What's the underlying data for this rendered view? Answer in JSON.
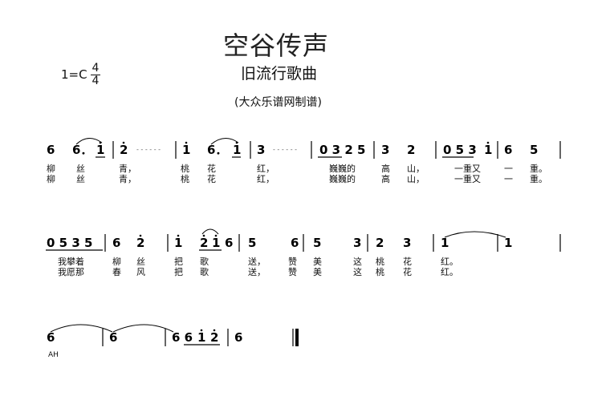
{
  "header": {
    "title": "空谷传声",
    "subtitle": "旧流行歌曲",
    "credit": "(大众乐谱网制谱)",
    "key": "1=C",
    "time_num": "4",
    "time_den": "4"
  },
  "row1": {
    "notes": [
      "6",
      "6．",
      "1",
      "2",
      "1",
      "6．",
      "1",
      "3",
      "0 3 2 5",
      "3",
      "2",
      "0 5 3",
      "1",
      "6",
      "5"
    ],
    "dash": "- - - - - -",
    "lyrics1": [
      "柳",
      "丝",
      "青，",
      "桃",
      "花",
      "红，",
      "巍巍的",
      "高",
      "山，",
      "一重又",
      "一",
      "重。"
    ],
    "lyrics2": [
      "柳",
      "丝",
      "青，",
      "桃",
      "花",
      "红，",
      "巍巍的",
      "高",
      "山，",
      "一重又",
      "一",
      "重。"
    ]
  },
  "row2": {
    "notes": [
      "0 5 3 5",
      "6",
      "2",
      "1",
      "2",
      "1",
      "6",
      "5",
      "6",
      "5",
      "3",
      "2",
      "3",
      "1",
      "1"
    ],
    "lyrics1": [
      "我攀着",
      "柳",
      "丝",
      "把",
      "歌",
      "送，",
      "赞",
      "美",
      "这",
      "桃",
      "花",
      "红。"
    ],
    "lyrics2": [
      "我愿那",
      "春",
      "风",
      "把",
      "歌",
      "送，",
      "赞",
      "美",
      "这",
      "桃",
      "花",
      "红。"
    ]
  },
  "row3": {
    "notes": [
      "6",
      "6",
      "6 6",
      "1",
      "2",
      "6"
    ]
  },
  "footer": {
    "mark": "AH"
  }
}
